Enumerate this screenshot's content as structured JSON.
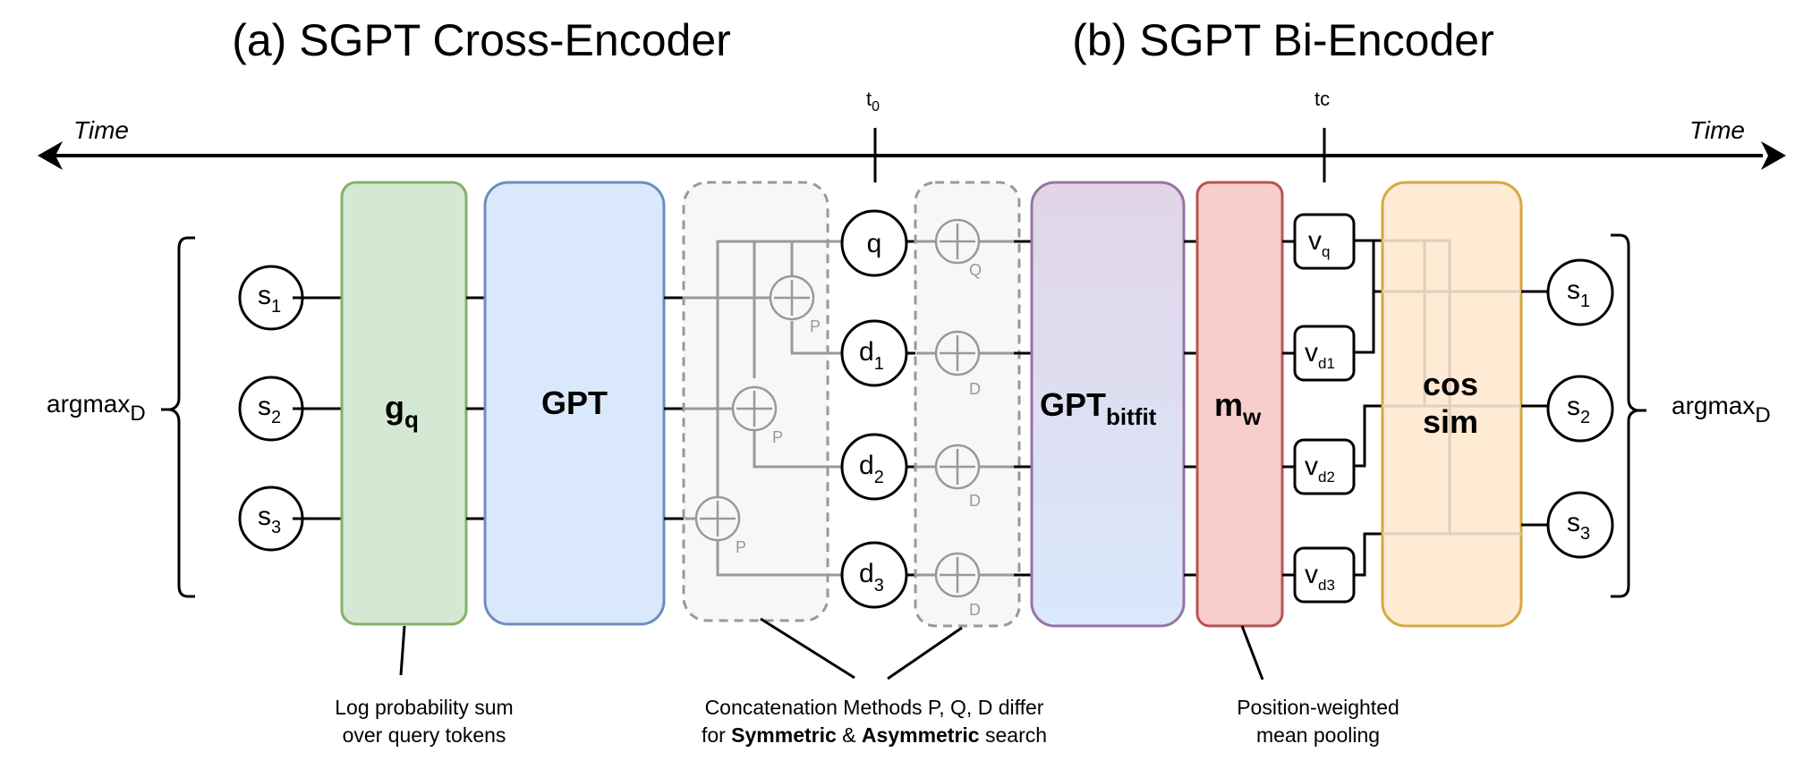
{
  "titles": {
    "cross_encoder": "(a) SGPT Cross-Encoder",
    "bi_encoder": "(b) SGPT Bi-Encoder"
  },
  "timeline": {
    "left_label": "Time",
    "right_label": "Time",
    "t0": {
      "base": "t",
      "sub": "0"
    },
    "tc": "tc"
  },
  "cross_encoder": {
    "argmax": {
      "base": "argmax",
      "sub": "D"
    },
    "scores": [
      {
        "base": "s",
        "sub": "1"
      },
      {
        "base": "s",
        "sub": "2"
      },
      {
        "base": "s",
        "sub": "3"
      }
    ],
    "gq": {
      "base": "g",
      "sub": "q"
    },
    "gpt": "GPT",
    "concat_ops": [
      {
        "symbol": "+",
        "label": "P"
      },
      {
        "symbol": "+",
        "label": "P"
      },
      {
        "symbol": "+",
        "label": "P"
      }
    ]
  },
  "inputs": [
    {
      "base": "q",
      "sub": ""
    },
    {
      "base": "d",
      "sub": "1"
    },
    {
      "base": "d",
      "sub": "2"
    },
    {
      "base": "d",
      "sub": "3"
    }
  ],
  "bi_encoder": {
    "special_ops": [
      {
        "symbol": "+",
        "label": "Q"
      },
      {
        "symbol": "+",
        "label": "D"
      },
      {
        "symbol": "+",
        "label": "D"
      },
      {
        "symbol": "+",
        "label": "D"
      }
    ],
    "gpt_bitfit": {
      "base": "GPT",
      "sub": "bitfit"
    },
    "pooling": {
      "base": "m",
      "sub": "w"
    },
    "vectors": [
      {
        "base": "v",
        "sub": "q"
      },
      {
        "base": "v",
        "sub": "d1"
      },
      {
        "base": "v",
        "sub": "d2"
      },
      {
        "base": "v",
        "sub": "d3"
      }
    ],
    "cos_sim": [
      "cos",
      "sim"
    ],
    "scores": [
      {
        "base": "s",
        "sub": "1"
      },
      {
        "base": "s",
        "sub": "2"
      },
      {
        "base": "s",
        "sub": "3"
      }
    ],
    "argmax": {
      "base": "argmax",
      "sub": "D"
    }
  },
  "captions": {
    "log_prob": [
      "Log probability sum",
      "over query tokens"
    ],
    "concat": {
      "line1": "Concatenation Methods P, Q, D differ",
      "line2_pre": "for ",
      "line2_bold1": "Symmetric",
      "line2_mid": " & ",
      "line2_bold2": "Asymmetric",
      "line2_post": " search"
    },
    "pooling": [
      "Position-weighted",
      "mean pooling"
    ]
  },
  "colors": {
    "gq_fill": "#d5e8d4",
    "gq_stroke": "#82b366",
    "gpt_fill": "#dae8fc",
    "gpt_stroke": "#6c8ebf",
    "bitfit_fill_top": "#e1d5e7",
    "bitfit_fill_bottom": "#dae8fc",
    "bitfit_stroke": "#9673a6",
    "mw_fill": "#f8cecc",
    "mw_stroke": "#b85450",
    "cos_fill": "#ffe6cc",
    "cos_stroke": "#d6b656",
    "group_fill": "#f5f5f5",
    "group_stroke": "#999999"
  }
}
